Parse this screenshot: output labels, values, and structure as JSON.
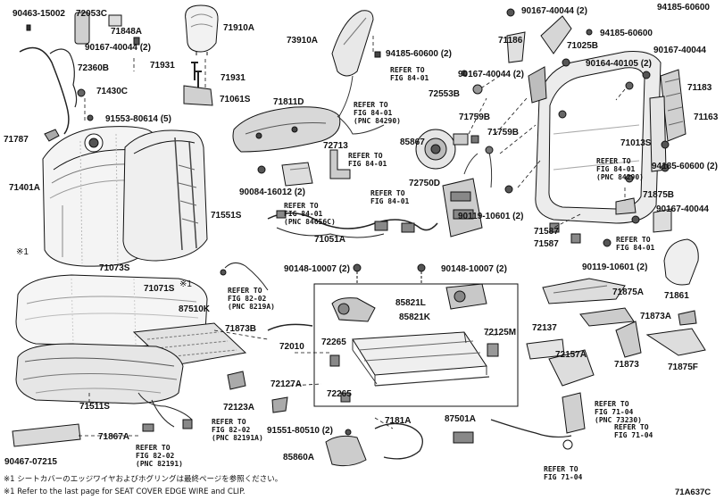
{
  "diagram_code": "71A637C",
  "parts": [
    {
      "number": "90463-15002"
    },
    {
      "number": "72053C"
    },
    {
      "number": "71848A"
    },
    {
      "number": "90167-40044 (2)"
    },
    {
      "number": "71910A"
    },
    {
      "number": "72360B"
    },
    {
      "number": "71931"
    },
    {
      "number": "71931"
    },
    {
      "number": "71430C"
    },
    {
      "number": "71061S"
    },
    {
      "number": "91553-80614 (5)"
    },
    {
      "number": "71787"
    },
    {
      "number": "71401A"
    },
    {
      "number": "71551S"
    },
    {
      "number": "71073S"
    },
    {
      "number": "73910A"
    },
    {
      "number": "94185-60600 (2)"
    },
    {
      "number": "71811D"
    },
    {
      "number": "72713"
    },
    {
      "number": "85867"
    },
    {
      "number": "90084-16012 (2)"
    },
    {
      "number": "71051A"
    },
    {
      "number": "72750D"
    },
    {
      "number": "72553B"
    },
    {
      "number": "71759B"
    },
    {
      "number": "71759B"
    },
    {
      "number": "90167-40044 (2)"
    },
    {
      "number": "71186"
    },
    {
      "number": "71025B"
    },
    {
      "number": "94185-60600"
    },
    {
      "number": "94185-60600"
    },
    {
      "number": "90167-40044 (2)"
    },
    {
      "number": "90164-40105 (2)"
    },
    {
      "number": "90167-40044"
    },
    {
      "number": "71183"
    },
    {
      "number": "71163"
    },
    {
      "number": "71013S"
    },
    {
      "number": "94185-60600 (2)"
    },
    {
      "number": "71875B"
    },
    {
      "number": "90167-40044"
    },
    {
      "number": "90119-10601 (2)"
    },
    {
      "number": "71587"
    },
    {
      "number": "71587"
    },
    {
      "number": "90119-10601 (2)"
    },
    {
      "number": "71861"
    },
    {
      "number": "90148-10007 (2)"
    },
    {
      "number": "90148-10007 (2)"
    },
    {
      "number": "71071S"
    },
    {
      "number": "87510K"
    },
    {
      "number": "85821L"
    },
    {
      "number": "85821K"
    },
    {
      "number": "71875A"
    },
    {
      "number": "71873A"
    },
    {
      "number": "71873B"
    },
    {
      "number": "72010"
    },
    {
      "number": "72265"
    },
    {
      "number": "72125M"
    },
    {
      "number": "72137"
    },
    {
      "number": "72157A"
    },
    {
      "number": "71873"
    },
    {
      "number": "71875F"
    },
    {
      "number": "72265"
    },
    {
      "number": "71511S"
    },
    {
      "number": "72123A"
    },
    {
      "number": "72127A"
    },
    {
      "number": "71867A"
    },
    {
      "number": "91551-80510 (2)"
    },
    {
      "number": "7181A"
    },
    {
      "number": "87501A"
    },
    {
      "number": "85860A"
    },
    {
      "number": "90467-07215"
    }
  ],
  "references": [
    {
      "text": "REFER TO\nFIG 84-01"
    },
    {
      "text": "REFER TO\nFIG 84-01\n(PNC 84290)"
    },
    {
      "text": "REFER TO\nFIG 84-01"
    },
    {
      "text": "REFER TO\nFIG 84-01"
    },
    {
      "text": "REFER TO\nFIG 84-01\n(PNC 84656C)"
    },
    {
      "text": "REFER TO\nFIG 84-01\n(PNC 84290)"
    },
    {
      "text": "REFER TO\nFIG 84-01"
    },
    {
      "text": "REFER TO\nFIG 82-02\n(PNC 8219A)"
    },
    {
      "text": "REFER TO\nFIG 82-02\n(PNC 82191A)"
    },
    {
      "text": "REFER TO\nFIG 82-02\n(PNC 82191)"
    },
    {
      "text": "REFER TO\nFIG 71-04\n(PNC 73230)"
    },
    {
      "text": "REFER TO\nFIG 71-04"
    },
    {
      "text": "REFER TO\nFIG 71-04"
    }
  ],
  "markers": [
    {
      "text": "※1"
    },
    {
      "text": "※1"
    }
  ],
  "footnotes": [
    {
      "text": "※1 シートカバーのエッジワイヤおよびホグリングは最終ページを参照ください。"
    },
    {
      "text": "※1 Refer to the last page for SEAT COVER EDGE WIRE and CLIP."
    }
  ],
  "colors": {
    "line": "#111111",
    "background": "#ffffff",
    "shade": "#bfbfbf"
  }
}
